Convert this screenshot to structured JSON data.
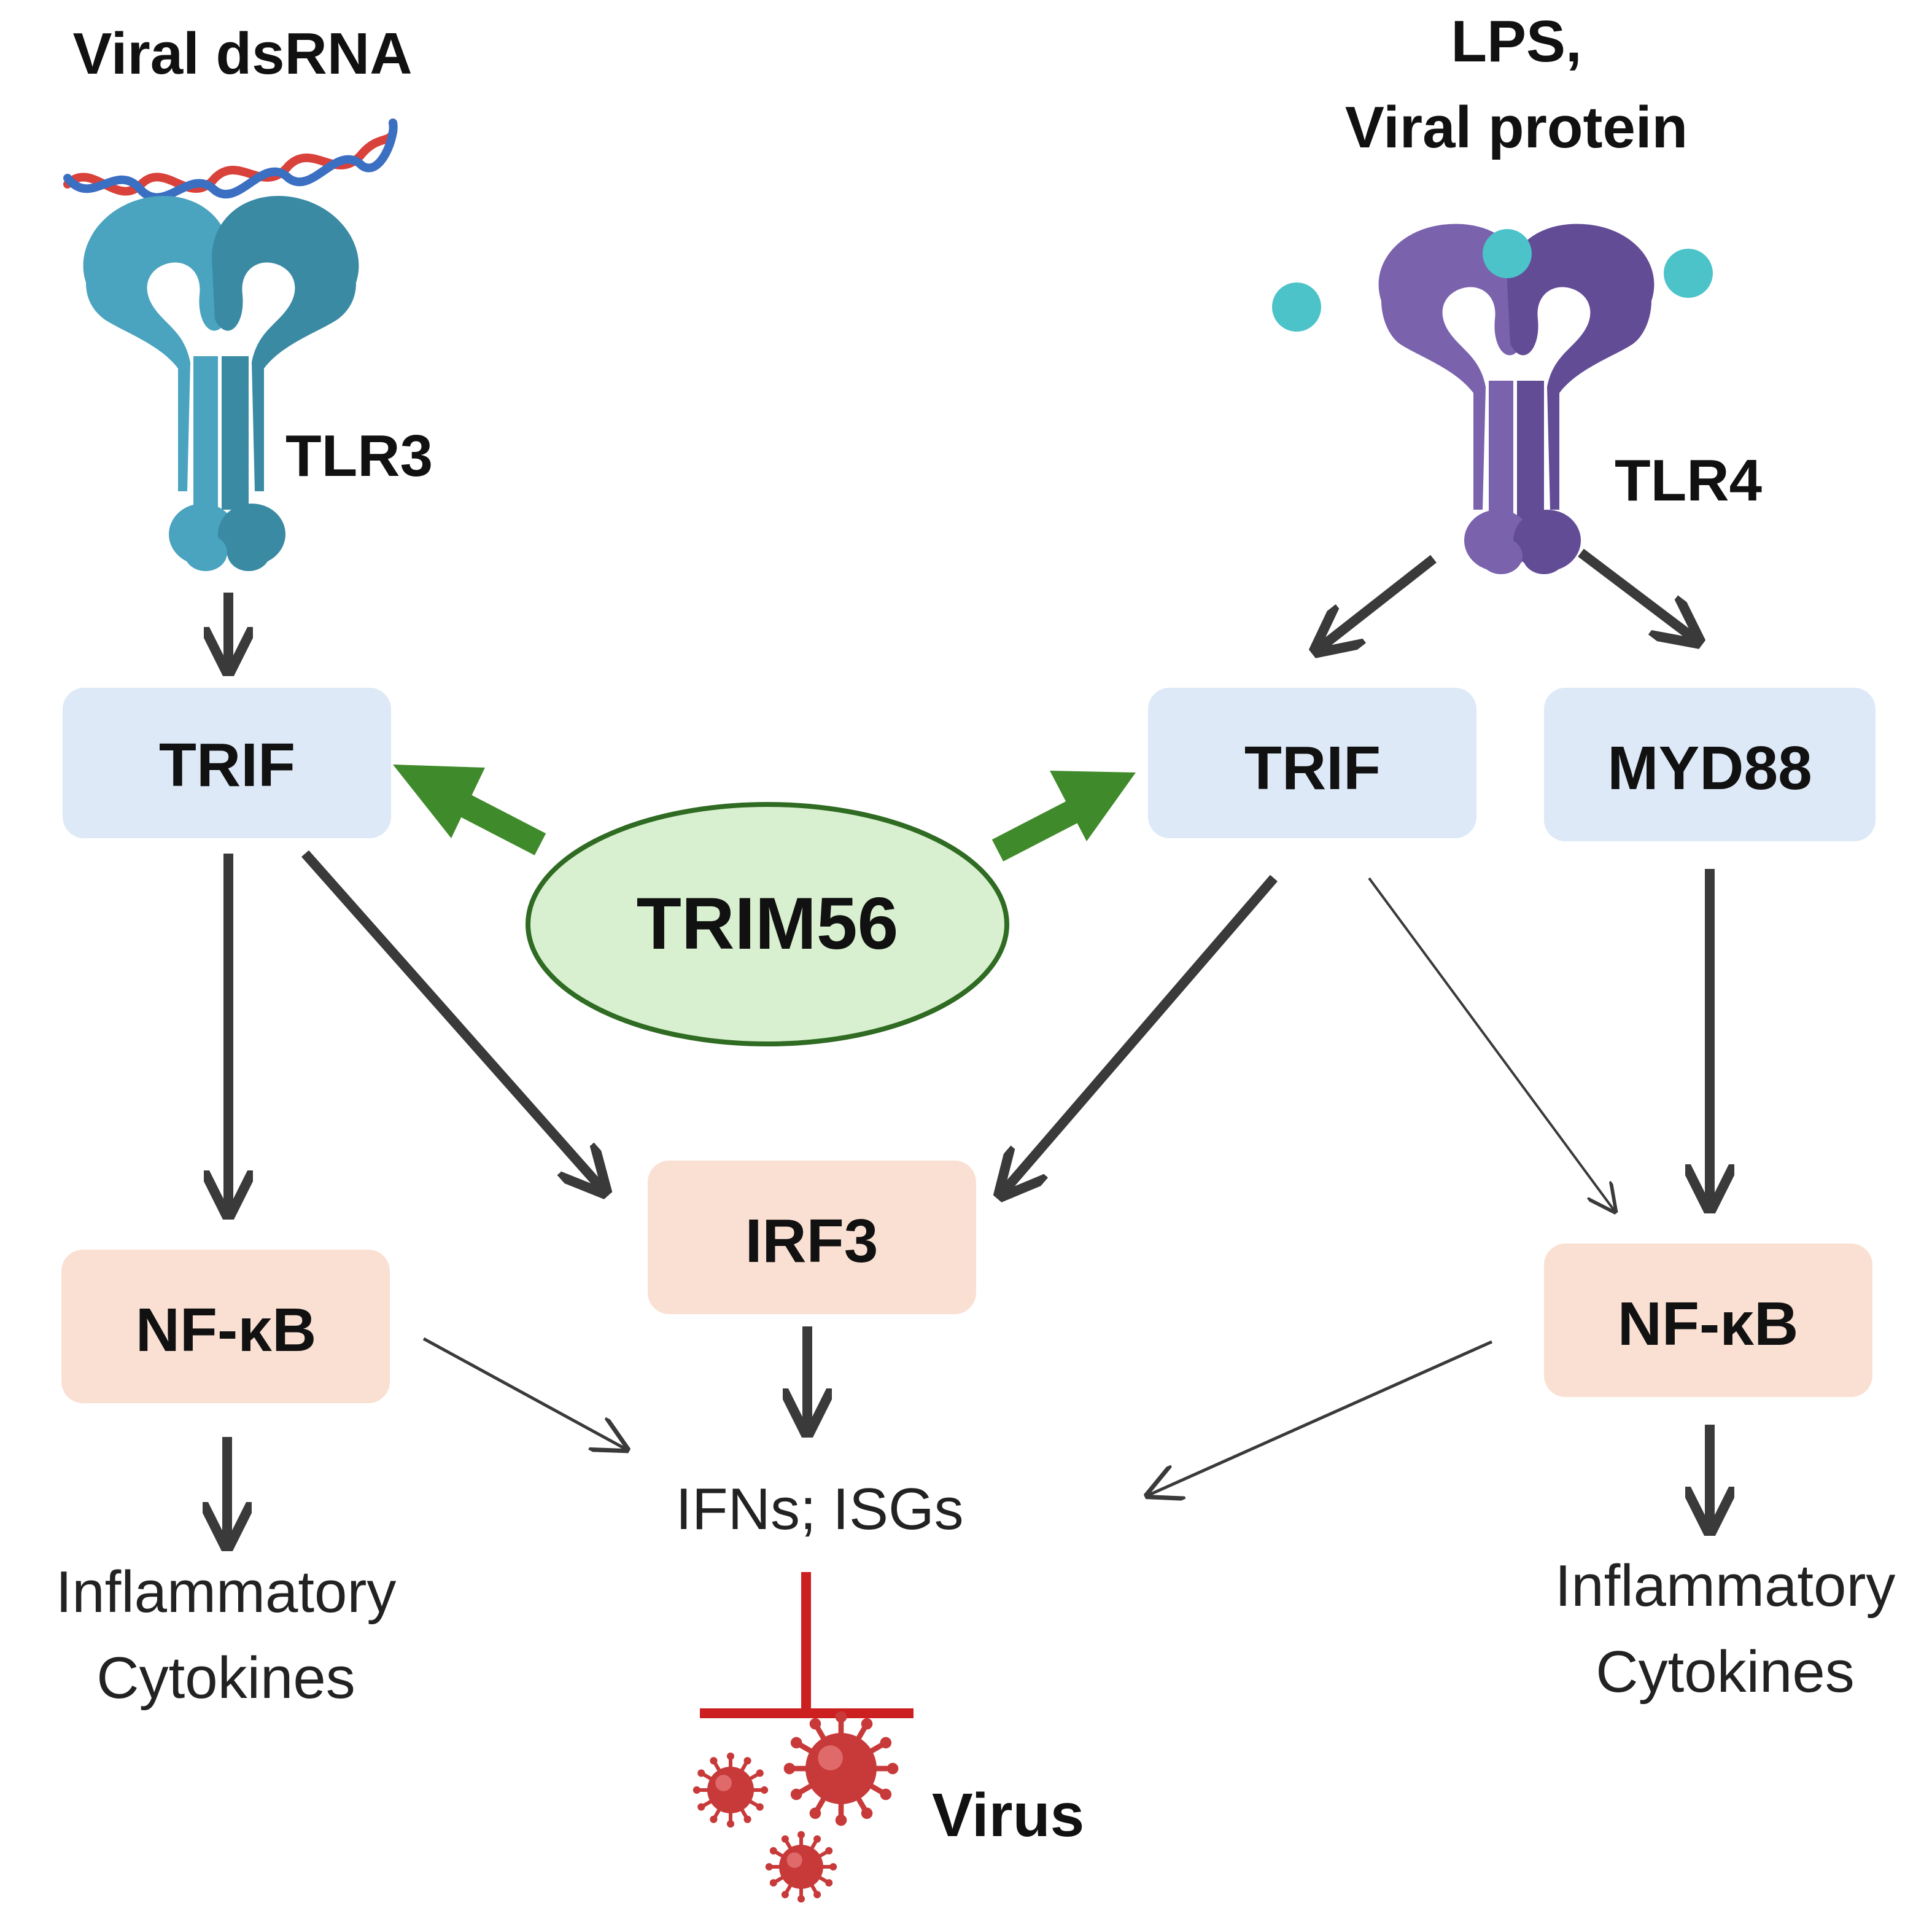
{
  "colors": {
    "background": "#ffffff",
    "tlr3": "#4aa3bf",
    "tlr3_dark": "#3a8aa4",
    "tlr4": "#7a62ad",
    "tlr4_dark": "#634c96",
    "ligand": "#4cc3c9",
    "adaptor_box": "#dde9f7",
    "tf_box": "#fae0d3",
    "trim56_fill": "#d8f0cf",
    "trim56_stroke": "#2f6b22",
    "green_arrow": "#3f8a2a",
    "dark_arrow": "#3a3a3a",
    "inhibit": "#cc1f1f",
    "virus": "#c83a3a",
    "rna_red": "#d9413b",
    "rna_blue": "#3b6fc2"
  },
  "labels": {
    "viral_dsrna": "Viral dsRNA",
    "lps_line1": "LPS,",
    "lps_line2": "Viral protein",
    "tlr3": "TLR3",
    "tlr4": "TLR4",
    "virus": "Virus"
  },
  "nodes": {
    "trif_left": "TRIF",
    "trif_right": "TRIF",
    "myd88": "MYD88",
    "trim56": "TRIM56",
    "irf3": "IRF3",
    "nfkb_left": "NF-κB",
    "nfkb_right": "NF-κB",
    "ifns_isgs": "IFNs; ISGs",
    "cytokines_left_line1": "Inflammatory",
    "cytokines_left_line2": "Cytokines",
    "cytokines_right_line1": "Inflammatory",
    "cytokines_right_line2": "Cytokines"
  }
}
